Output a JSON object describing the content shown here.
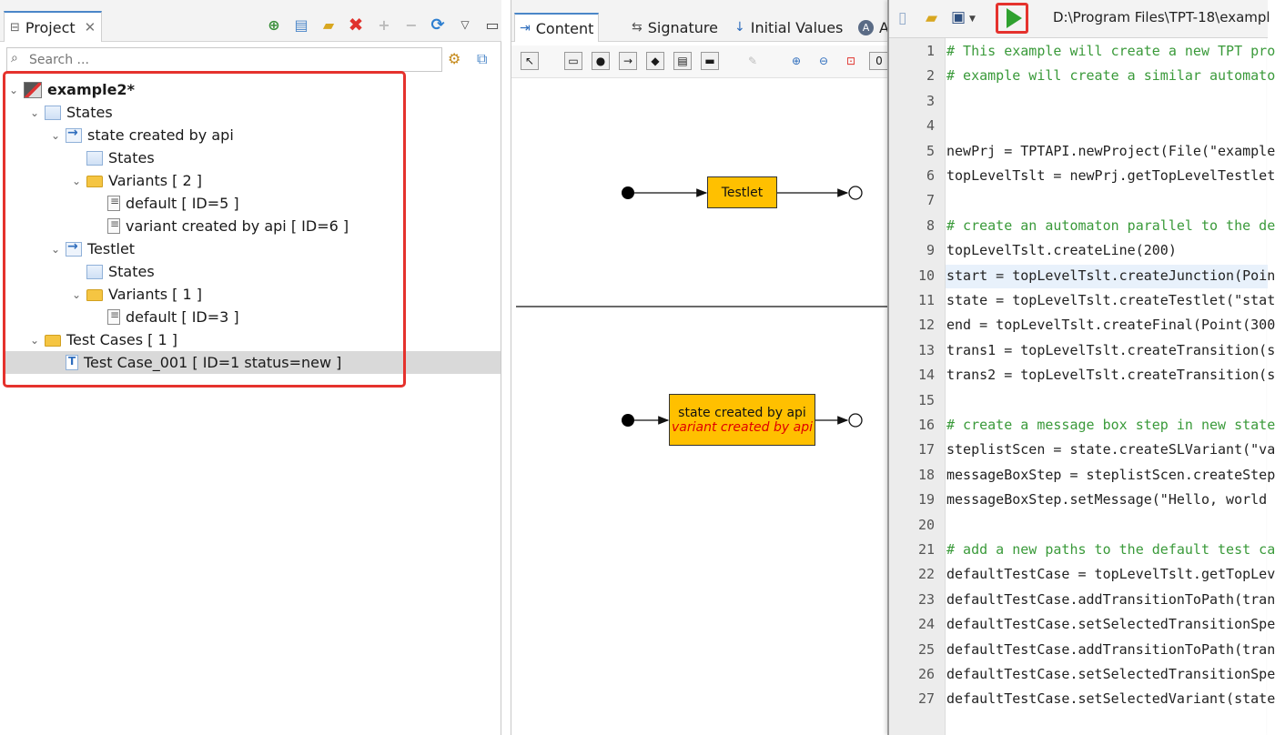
{
  "project_panel": {
    "tab_label": "Project",
    "tab_close": "✕",
    "search_placeholder": "Search ...",
    "tree": [
      {
        "label": "example2*",
        "indent": 0,
        "icon": "project",
        "bold": true
      },
      {
        "label": "States",
        "indent": 1,
        "icon": "state"
      },
      {
        "label": "state created by api",
        "indent": 2,
        "icon": "testlet"
      },
      {
        "label": "States",
        "indent": 3,
        "icon": "state"
      },
      {
        "label": "Variants  [ 2 ]",
        "indent": 3,
        "icon": "folder"
      },
      {
        "label": "default  [ ID=5 ]",
        "indent": 4,
        "icon": "variant"
      },
      {
        "label": "variant created by api  [ ID=6 ]",
        "indent": 4,
        "icon": "variant"
      },
      {
        "label": "Testlet",
        "indent": 2,
        "icon": "testlet"
      },
      {
        "label": "States",
        "indent": 3,
        "icon": "state"
      },
      {
        "label": "Variants  [ 1 ]",
        "indent": 3,
        "icon": "folder"
      },
      {
        "label": "default  [ ID=3 ]",
        "indent": 4,
        "icon": "variant"
      },
      {
        "label": "Test Cases  [ 1 ]",
        "indent": 1,
        "icon": "folder"
      },
      {
        "label": "Test Case_001  [ ID=1 status=new ]",
        "indent": 2,
        "icon": "testcase",
        "selected": true
      }
    ]
  },
  "content_panel": {
    "tabs": [
      "Content",
      "Signature",
      "Initial Values",
      "A"
    ],
    "diagram": {
      "testlet_label": "Testlet",
      "state_label": "state created by api",
      "variant_label": "variant created by api"
    }
  },
  "script_panel": {
    "path": "D:\\Program Files\\TPT-18\\exampl",
    "highlight_line": 10,
    "lines": [
      {
        "n": "1",
        "text": "# This example will create a new TPT pro",
        "type": "comment"
      },
      {
        "n": "2",
        "text": "# example will create a similar automato",
        "type": "comment"
      },
      {
        "n": "3",
        "text": "",
        "type": "code"
      },
      {
        "n": "4",
        "text": "",
        "type": "code"
      },
      {
        "n": "5",
        "text": "newPrj = TPTAPI.newProject(File(\"example",
        "type": "code"
      },
      {
        "n": "6",
        "text": "topLevelTslt = newPrj.getTopLevelTestlet",
        "type": "code"
      },
      {
        "n": "7",
        "text": "",
        "type": "code"
      },
      {
        "n": "8",
        "text": "# create an automaton parallel to the de",
        "type": "comment"
      },
      {
        "n": "9",
        "text": "topLevelTslt.createLine(200)",
        "type": "code"
      },
      {
        "n": "10",
        "text": "start = topLevelTslt.createJunction(Poin",
        "type": "code"
      },
      {
        "n": "11",
        "text": "state = topLevelTslt.createTestlet(\"stat",
        "type": "code"
      },
      {
        "n": "12",
        "text": "end = topLevelTslt.createFinal(Point(300",
        "type": "code"
      },
      {
        "n": "13",
        "text": "trans1 = topLevelTslt.createTransition(s",
        "type": "code"
      },
      {
        "n": "14",
        "text": "trans2 = topLevelTslt.createTransition(s",
        "type": "code"
      },
      {
        "n": "15",
        "text": "",
        "type": "code"
      },
      {
        "n": "16",
        "text": "# create a message box step in new state",
        "type": "comment"
      },
      {
        "n": "17",
        "text": "steplistScen = state.createSLVariant(\"va",
        "type": "code"
      },
      {
        "n": "18",
        "text": "messageBoxStep = steplistScen.createStep",
        "type": "code"
      },
      {
        "n": "19",
        "text": "messageBoxStep.setMessage(\"Hello, world",
        "type": "code"
      },
      {
        "n": "20",
        "text": "",
        "type": "code"
      },
      {
        "n": "21",
        "text": "# add a new paths to the default test ca",
        "type": "comment"
      },
      {
        "n": "22",
        "text": "defaultTestCase = topLevelTslt.getTopLev",
        "type": "code"
      },
      {
        "n": "23",
        "text": "defaultTestCase.addTransitionToPath(tran",
        "type": "code"
      },
      {
        "n": "24",
        "text": "defaultTestCase.setSelectedTransitionSpe",
        "type": "code"
      },
      {
        "n": "25",
        "text": "defaultTestCase.addTransitionToPath(tran",
        "type": "code"
      },
      {
        "n": "26",
        "text": "defaultTestCase.setSelectedTransitionSpe",
        "type": "code"
      },
      {
        "n": "27",
        "text": "defaultTestCase.setSelectedVariant(state",
        "type": "code"
      }
    ]
  },
  "colors": {
    "accent": "#4a86c8",
    "highlight_frame": "#e5322d",
    "state_fill": "#ffc000",
    "variant_text": "#e00000",
    "comment": "#3a9a3a",
    "run_green": "#2fa12f"
  }
}
